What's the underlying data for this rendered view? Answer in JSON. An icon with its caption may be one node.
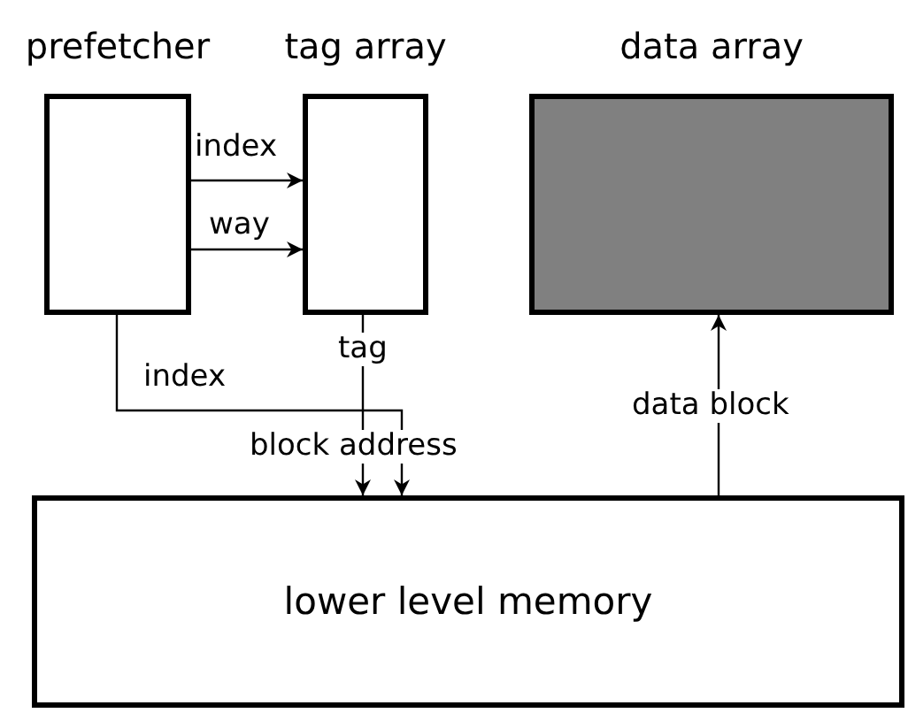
{
  "diagram": {
    "nodes": [
      {
        "text": [
          "prefetcher"
        ]
      },
      {
        "text": [
          "tag array"
        ]
      },
      {
        "text": [
          "data array"
        ]
      },
      {
        "text": [
          "lower level memory"
        ]
      }
    ],
    "edges": [
      {
        "from": 0,
        "to": 1,
        "arrow": "to",
        "label": "index"
      },
      {
        "from": 0,
        "to": 1,
        "arrow": "to",
        "label": "way"
      },
      {
        "from": 1,
        "to": 3,
        "arrow": "to",
        "label": "tag"
      },
      {
        "from": 0,
        "to": 3,
        "arrow": "to",
        "label": "index"
      },
      {
        "from": 3,
        "to": 2,
        "arrow": "to",
        "label": "data block"
      }
    ],
    "labels": [
      "block address"
    ]
  }
}
